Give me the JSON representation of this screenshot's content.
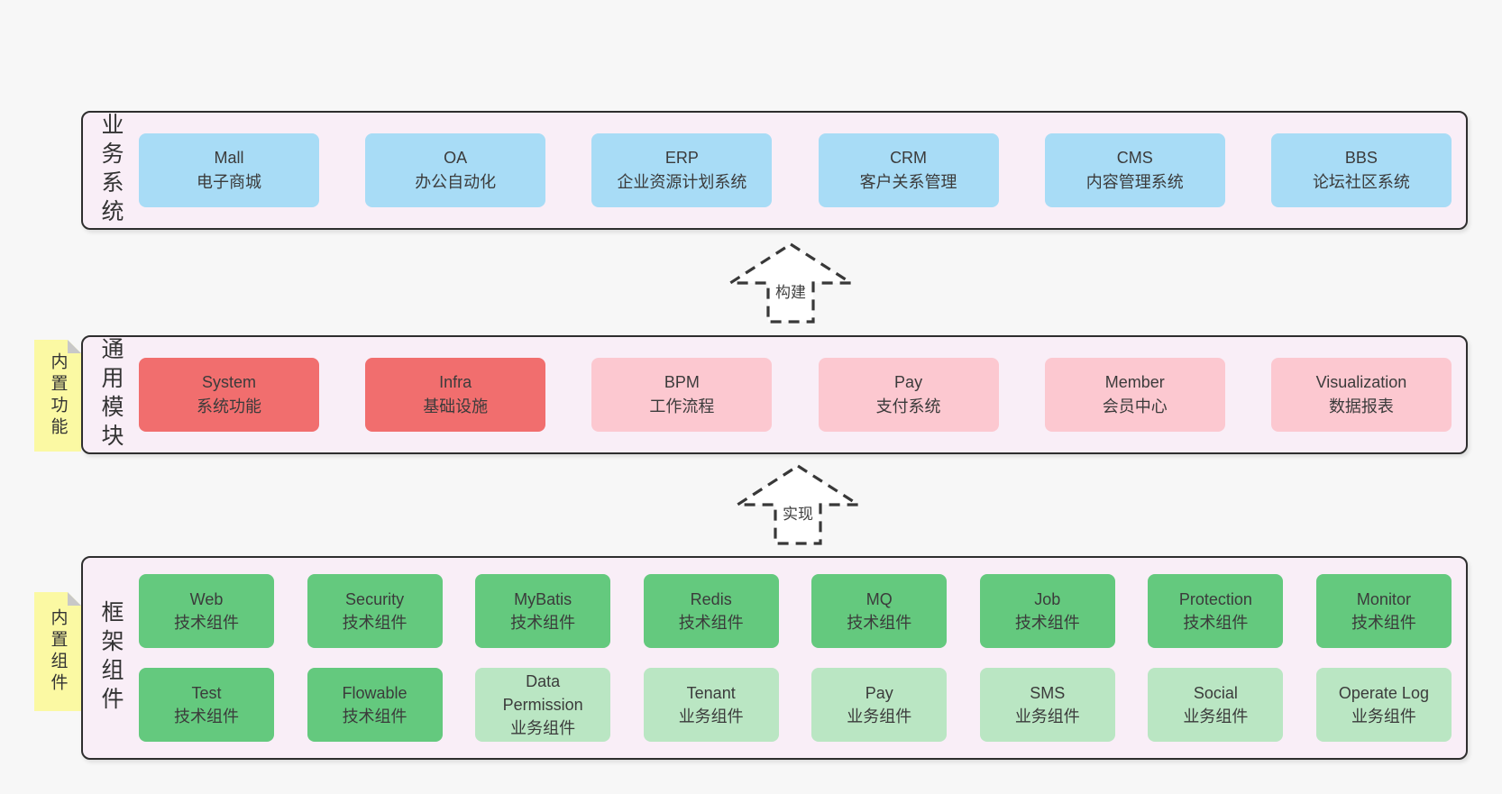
{
  "diagram": {
    "colors": {
      "page_background": "#f7f7f7",
      "panel_background": "#f9eef7",
      "panel_border": "#2e2e2e",
      "business_box": "#a8dcf6",
      "module_strong_box": "#f16e6e",
      "module_light_box": "#fcc8d0",
      "tech_component_box": "#64c97e",
      "biz_component_box": "#bae6c3",
      "sticky_note": "#fbf9a3",
      "text": "#3b3b3b"
    },
    "arrows": [
      {
        "label": "构建"
      },
      {
        "label": "实现"
      }
    ],
    "layers": {
      "business": {
        "label": "业务系统",
        "boxes": [
          {
            "title": "Mall",
            "subtitle": "电子商城"
          },
          {
            "title": "OA",
            "subtitle": "办公自动化"
          },
          {
            "title": "ERP",
            "subtitle": "企业资源计划系统"
          },
          {
            "title": "CRM",
            "subtitle": "客户关系管理"
          },
          {
            "title": "CMS",
            "subtitle": "内容管理系统"
          },
          {
            "title": "BBS",
            "subtitle": "论坛社区系统"
          }
        ]
      },
      "modules": {
        "label": "通用模块",
        "sticky": "内置功能",
        "boxes": [
          {
            "title": "System",
            "subtitle": "系统功能",
            "emphasis": "strong"
          },
          {
            "title": "Infra",
            "subtitle": "基础设施",
            "emphasis": "strong"
          },
          {
            "title": "BPM",
            "subtitle": "工作流程",
            "emphasis": "light"
          },
          {
            "title": "Pay",
            "subtitle": "支付系统",
            "emphasis": "light"
          },
          {
            "title": "Member",
            "subtitle": "会员中心",
            "emphasis": "light"
          },
          {
            "title": "Visualization",
            "subtitle": "数据报表",
            "emphasis": "light"
          }
        ]
      },
      "components": {
        "label": "框架组件",
        "sticky": "内置组件",
        "row1": [
          {
            "title": "Web",
            "subtitle": "技术组件"
          },
          {
            "title": "Security",
            "subtitle": "技术组件"
          },
          {
            "title": "MyBatis",
            "subtitle": "技术组件"
          },
          {
            "title": "Redis",
            "subtitle": "技术组件"
          },
          {
            "title": "MQ",
            "subtitle": "技术组件"
          },
          {
            "title": "Job",
            "subtitle": "技术组件"
          },
          {
            "title": "Protection",
            "subtitle": "技术组件"
          },
          {
            "title": "Monitor",
            "subtitle": "技术组件"
          }
        ],
        "row2": [
          {
            "title": "Test",
            "subtitle": "技术组件"
          },
          {
            "title": "Flowable",
            "subtitle": "技术组件"
          },
          {
            "title": "Data Permission",
            "subtitle": "业务组件"
          },
          {
            "title": "Tenant",
            "subtitle": "业务组件"
          },
          {
            "title": "Pay",
            "subtitle": "业务组件"
          },
          {
            "title": "SMS",
            "subtitle": "业务组件"
          },
          {
            "title": "Social",
            "subtitle": "业务组件"
          },
          {
            "title": "Operate Log",
            "subtitle": "业务组件"
          }
        ]
      }
    }
  }
}
